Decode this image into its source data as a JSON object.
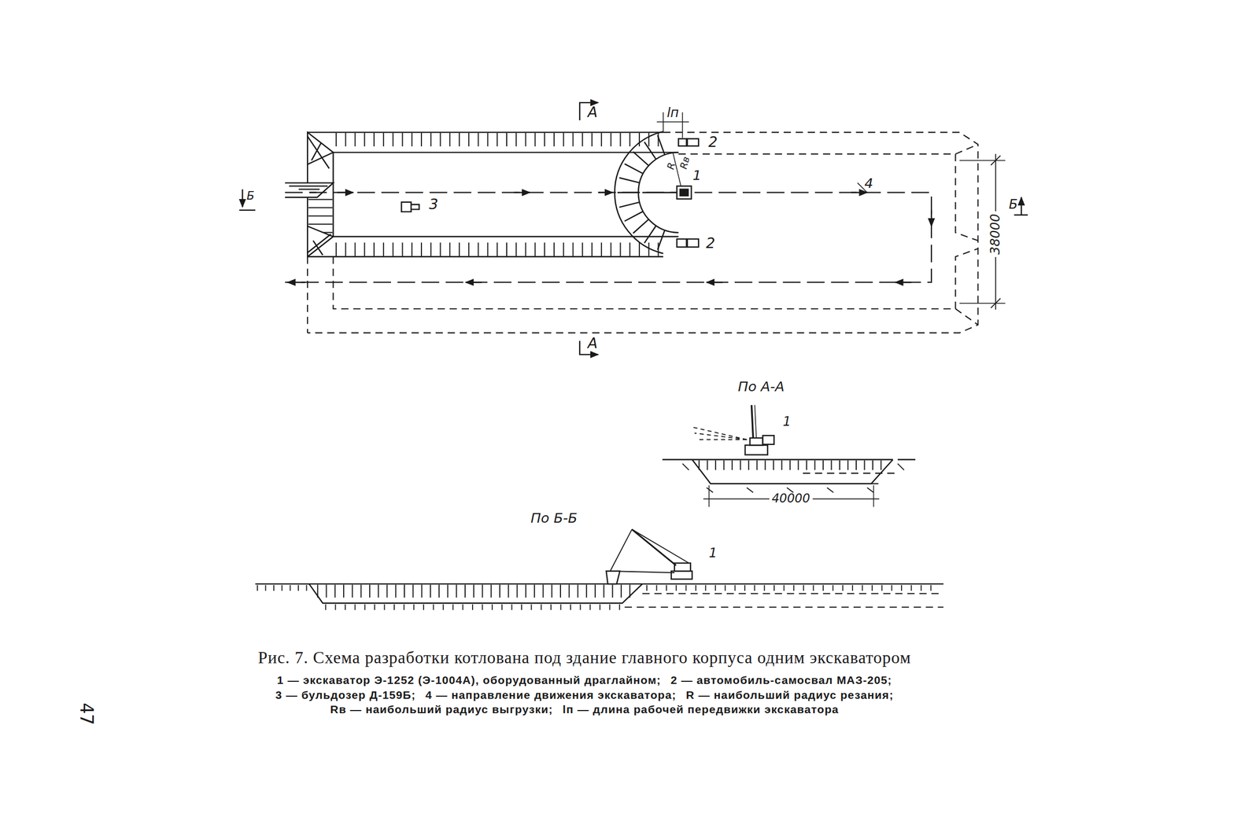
{
  "diagram": {
    "caption": "Рис. 7. Схема разработки котлована под здание главного корпуса одним экскаватором",
    "labels": [
      "А",
      "lп",
      "2",
      "R",
      "Rв",
      "1",
      "Б",
      "3",
      "4",
      "Б",
      "38000",
      "2",
      "А",
      "По А-А",
      "1",
      "40000",
      "По Б-Б",
      "1",
      "1 — экскаватор Э-1252 (Э-1004А), оборудованный драглайном;",
      "2 — автомобиль-самосвал МАЗ-205;",
      "3 — бульдозер Д-159Б;",
      "4 — направление движения экскаватора;",
      "R — наибольший радиус резания;",
      "Rв — наибольший радиус выгрузки;",
      "lп — длина рабочей передвижки экскаватора",
      "47"
    ]
  }
}
